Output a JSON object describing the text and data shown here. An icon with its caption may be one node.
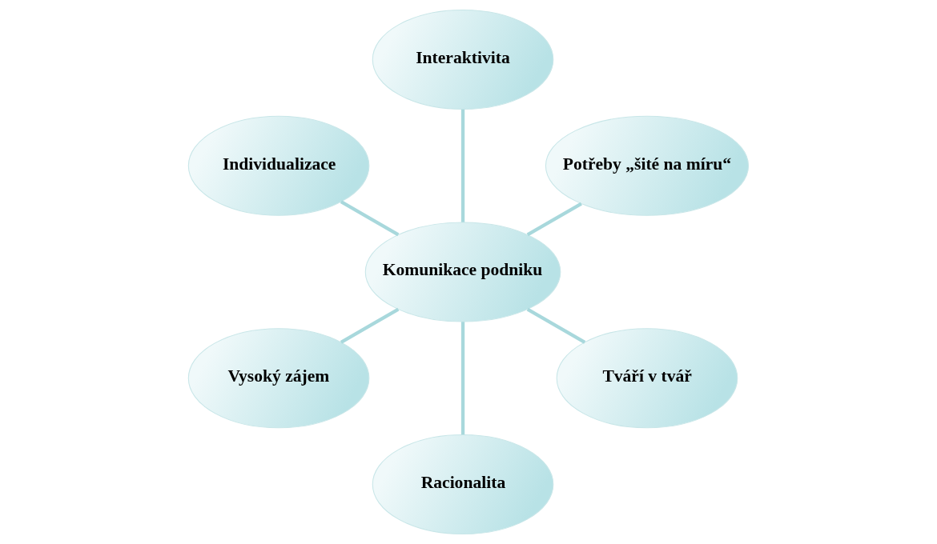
{
  "diagram": {
    "nodes": [
      {
        "text": [
          "Potřeby „šité na míru“"
        ]
      },
      {
        "text": [
          "Interaktivita"
        ]
      },
      {
        "text": [
          "Individualizace"
        ]
      },
      {
        "text": [
          "Komunikace podniku"
        ]
      },
      {
        "text": [
          "Vysoký zájem"
        ]
      },
      {
        "text": [
          "Racionalita"
        ]
      },
      {
        "text": [
          "Tváří v tvář"
        ]
      }
    ],
    "edges": [
      {
        "from": 3,
        "to": 0,
        "arrow": "none"
      },
      {
        "from": 3,
        "to": 1,
        "arrow": "none"
      },
      {
        "from": 3,
        "to": 2,
        "arrow": "none"
      },
      {
        "from": 3,
        "to": 4,
        "arrow": "none"
      },
      {
        "from": 3,
        "to": 5,
        "arrow": "none"
      },
      {
        "from": 3,
        "to": 6,
        "arrow": "none"
      }
    ]
  }
}
